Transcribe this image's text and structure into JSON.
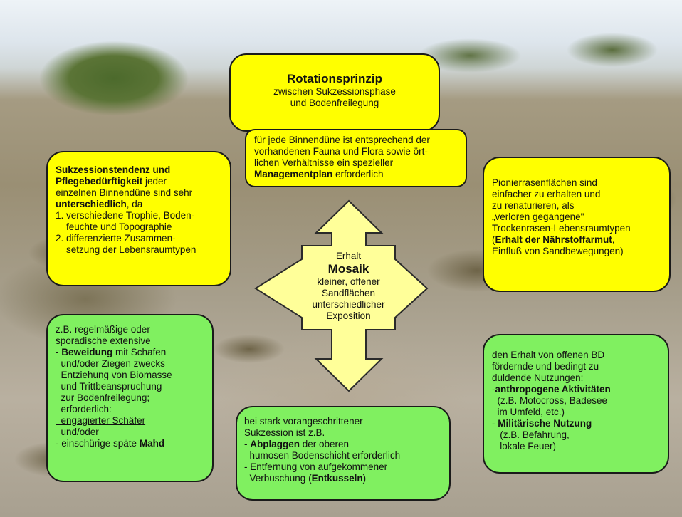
{
  "rotation": {
    "title": "Rotationsprinzip",
    "lines": [
      "zwischen Sukzessionsphase",
      "und Bodenfreilegung"
    ]
  },
  "management": {
    "lines": [
      "für jede Binnendüne ist entsprechend der",
      "vorhandenen Fauna und Flora sowie ört-",
      "lichen Verhältnisse ein spezieller"
    ],
    "bold": "Managementplan",
    "tail": " erforderlich"
  },
  "sukzession": {
    "l1": "Sukzessionstendenz und",
    "l2b": "Pflegebedürftigkeit",
    "l2t": " jeder",
    "l3": "einzelnen Binnendüne sind sehr",
    "l4b": "unterschiedlich",
    "l4t": ", da",
    "items": [
      "1. verschiedene Trophie, Boden-",
      "    feuchte und Topographie",
      "2. differenzierte Zusammen-",
      "    setzung der Lebensraumtypen"
    ]
  },
  "pionier": {
    "lines": [
      "Pionierrasenflächen sind",
      "einfacher zu erhalten und",
      "zu renaturieren, als",
      "„verloren gegangene\"",
      "Trockenrasen-Lebensraumtypen"
    ],
    "l6open": "(",
    "l6b": "Erhalt der Nährstoffarmut",
    "l6t": ",",
    "l7": "Einfluß von Sandbewegungen)"
  },
  "center": {
    "l1": "Erhalt",
    "title": "Mosaik",
    "lines": [
      "kleiner, offener",
      "Sandflächen",
      "unterschiedlicher",
      "Exposition"
    ]
  },
  "beweidung": {
    "l1": "z.B. regelmäßige oder",
    "l2": "sporadische extensive",
    "l3pre": "- ",
    "l3b": "Beweidung",
    "l3t": " mit Schafen",
    "lines": [
      "  und/oder Ziegen zwecks",
      "  Entziehung von Biomasse",
      "  und Trittbeanspruchung",
      "  zur Bodenfreilegung;",
      "  erforderlich:"
    ],
    "underline": "  engagierter Schäfer",
    "l10": "  und/oder",
    "l11pre": "- einschürige späte ",
    "l11b": "Mahd"
  },
  "abplaggen": {
    "l1": "bei stark vorangeschrittener",
    "l2": "Sukzession ist z.B.",
    "l3pre": "- ",
    "l3b": "Abplaggen",
    "l3t": " der oberen",
    "l4": "  humosen Bodenschicht erforderlich",
    "l5": "- Entfernung von aufgekommener",
    "l6pre": "  Verbuschung (",
    "l6b": "Entkusseln",
    "l6t": ")"
  },
  "nutzung": {
    "lines": [
      "den Erhalt von offenen BD",
      "fördernde und bedingt zu",
      "duldende Nutzungen:"
    ],
    "l4pre": "-",
    "l4b": "anthropogene Aktivitäten",
    "l5": "  (z.B. Motocross, Badesee",
    "l6": "  im Umfeld, etc.)",
    "l7pre": "- ",
    "l7b": "Militärische Nutzung",
    "l8": "   (z.B. Befahrung,",
    "l9": "   lokale Feuer)"
  },
  "colors": {
    "yellow": "#ffff00",
    "green": "#80f060",
    "arrow": "#ffff99"
  }
}
